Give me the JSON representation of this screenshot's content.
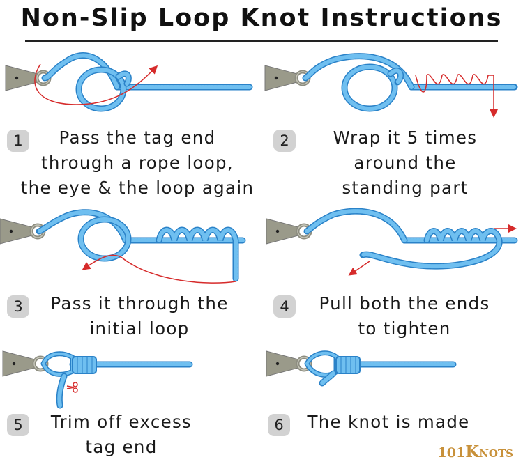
{
  "title": "Non-Slip Loop Knot Instructions",
  "steps": [
    {
      "number": "1",
      "lines": [
        "Pass the tag end",
        "through a rope loop,",
        "the eye & the loop again"
      ]
    },
    {
      "number": "2",
      "lines": [
        "Wrap it 5 times",
        "around the",
        "standing part"
      ]
    },
    {
      "number": "3",
      "lines": [
        "Pass it through the",
        "initial loop"
      ]
    },
    {
      "number": "4",
      "lines": [
        "Pull both the ends",
        "to tighten"
      ]
    },
    {
      "number": "5",
      "lines": [
        "Trim off excess",
        "tag end"
      ]
    },
    {
      "number": "6",
      "lines": [
        "The knot is made"
      ]
    }
  ],
  "logo": {
    "digits": "101",
    "initial": "K",
    "rest": "NOTS"
  },
  "colors": {
    "rope": "#5aaee8",
    "rope_edge": "#2a82c8",
    "arrow": "#d62b2b",
    "hook": "#9a9a8a",
    "badge": "#d2d2d2"
  },
  "icons": [
    "fish-hook-icon",
    "scissors-icon",
    "arrow-icon"
  ]
}
